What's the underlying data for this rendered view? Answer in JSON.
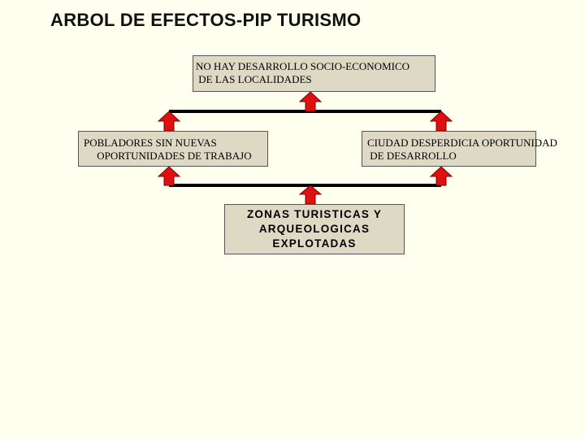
{
  "title": "ARBOL DE EFECTOS-PIP TURISMO",
  "colors": {
    "background": "#fffff0",
    "box_fill": "#ddd9c4",
    "box_border": "#555555",
    "arrow_fill": "#e01010",
    "arrow_border": "#7a0000",
    "connector": "#000000"
  },
  "boxes": {
    "top": "NO HAY DESARROLLO SOCIO-ECONOMICO\n DE LAS LOCALIDADES",
    "left": "POBLADORES SIN NUEVAS\n     OPORTUNIDADES DE TRABAJO",
    "right": "CIUDAD DESPERDICIA OPORTUNIDAD\n DE DESARROLLO",
    "bottom": "ZONAS TURISTICAS Y\nARQUEOLOGICAS\nEXPLOTADAS"
  },
  "edges": [
    {
      "from": "bottom",
      "to": "left"
    },
    {
      "from": "bottom",
      "to": "right"
    },
    {
      "from": "left",
      "to": "top"
    },
    {
      "from": "right",
      "to": "top"
    }
  ]
}
